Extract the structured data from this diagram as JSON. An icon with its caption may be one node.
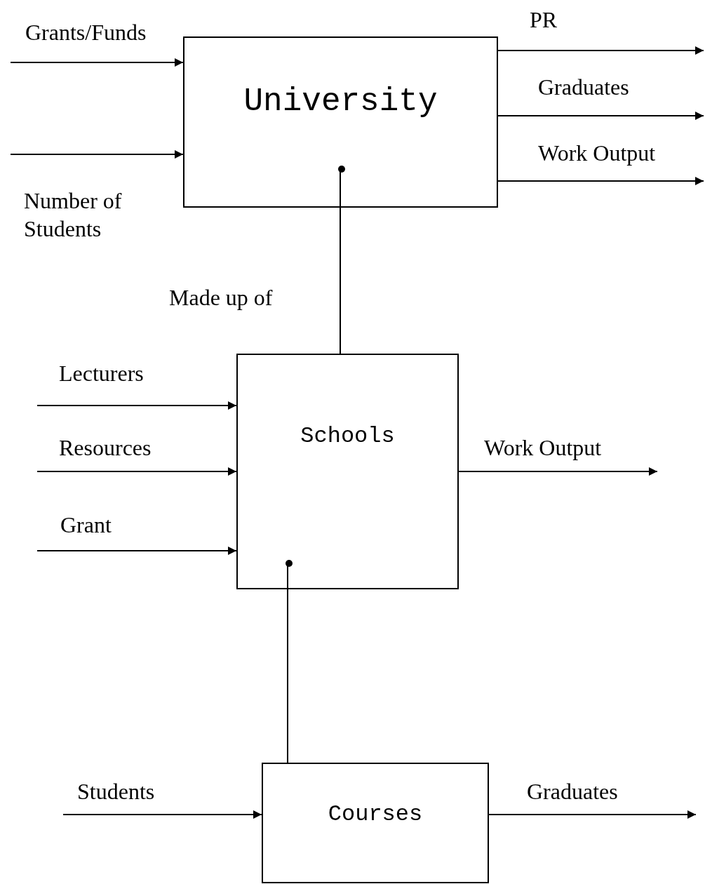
{
  "diagram": {
    "nodes": [
      {
        "text": [
          "University"
        ]
      },
      {
        "text": [],
        "shape": "circle",
        "in": 0
      },
      {
        "text": [
          "Schools"
        ]
      },
      {
        "text": [],
        "shape": "circle",
        "in": 2
      },
      {
        "text": [
          "Courses"
        ]
      }
    ],
    "edges": [
      {
        "from": null,
        "to": 0,
        "arrow": "to",
        "label": "Grants/Funds"
      },
      {
        "from": null,
        "to": 0,
        "arrow": "to",
        "label": "Number of Students"
      },
      {
        "from": 0,
        "to": null,
        "arrow": "to",
        "label": "PR"
      },
      {
        "from": 0,
        "to": null,
        "arrow": "to",
        "label": "Graduates"
      },
      {
        "from": 0,
        "to": null,
        "arrow": "to",
        "label": "Work Output"
      },
      {
        "from": 2,
        "to": 1,
        "arrow": "none",
        "label": "Made up of"
      },
      {
        "from": null,
        "to": 2,
        "arrow": "to",
        "label": "Lecturers"
      },
      {
        "from": null,
        "to": 2,
        "arrow": "to",
        "label": "Resources"
      },
      {
        "from": null,
        "to": 2,
        "arrow": "to",
        "label": "Grant"
      },
      {
        "from": 2,
        "to": null,
        "arrow": "to",
        "label": "Work Output"
      },
      {
        "from": 4,
        "to": 3,
        "arrow": "none"
      },
      {
        "from": null,
        "to": 4,
        "arrow": "to",
        "label": "Students"
      },
      {
        "from": 4,
        "to": null,
        "arrow": "to",
        "label": "Graduates"
      }
    ]
  }
}
